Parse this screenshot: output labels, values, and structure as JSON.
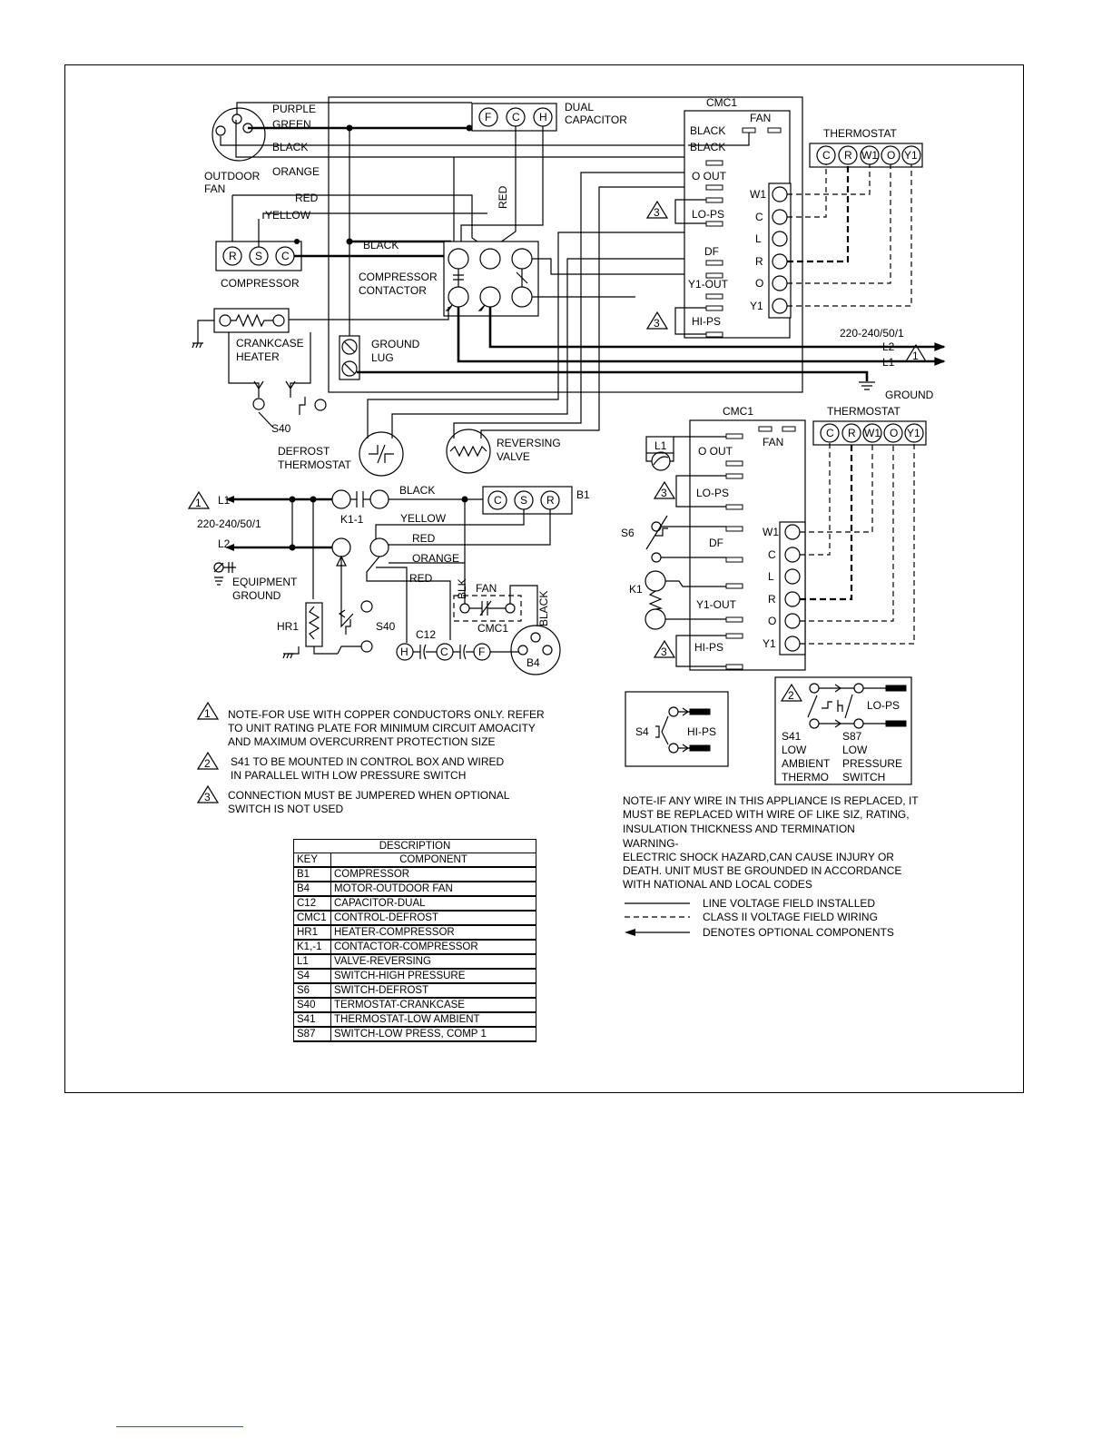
{
  "labels": {
    "purple": "PURPLE",
    "green": "GREEN",
    "black": "BLACK",
    "orange": "ORANGE",
    "red": "RED",
    "yellow": "YELLOW",
    "outdoor_fan": "OUTDOOR",
    "outdoor_fan2": "FAN",
    "dual_capacitor": "DUAL",
    "dual_capacitor2": "CAPACITOR",
    "compressor": "COMPRESSOR",
    "compressor_contactor": "COMPRESSOR",
    "compressor_contactor2": "CONTACTOR",
    "crankcase_heater": "CRANKCASE",
    "crankcase_heater2": "HEATER",
    "ground_lug": "GROUND",
    "ground_lug2": "LUG",
    "defrost_thermostat": "DEFROST",
    "defrost_thermostat2": "THERMOSTAT",
    "reversing_valve": "REVERSING",
    "reversing_valve2": "VALVE",
    "s40": "S40",
    "cmc1": "CMC1",
    "fan": "FAN",
    "o_out": "O OUT",
    "lo_ps": "LO-PS",
    "df": "DF",
    "y1_out": "Y1-OUT",
    "hi_ps": "HI-PS",
    "w1": "W1",
    "c": "C",
    "l": "L",
    "r": "R",
    "o": "O",
    "y1": "Y1",
    "thermostat": "THERMOSTAT",
    "voltage": "220-240/50/1",
    "l1": "L1",
    "l2": "L2",
    "ground": "GROUND",
    "t_c": "C",
    "t_r": "R",
    "t_w1": "W1",
    "t_o": "O",
    "t_y1": "Y1",
    "term_f": "F",
    "term_c": "C",
    "term_h": "H",
    "term_r": "R",
    "term_s": "S",
    "k1_1": "K1-1",
    "b1": "B1",
    "equipment_ground": "EQUIPMENT",
    "equipment_ground2": "GROUND",
    "hr1": "HR1",
    "c12": "C12",
    "b4": "B4",
    "blk": "BLK",
    "s6": "S6",
    "k1": "K1",
    "s4": "S4",
    "s41": "S41",
    "s87": "S87",
    "low": "LOW",
    "ambient": "AMBIENT",
    "thermo": "THERMO",
    "pressure": "PRESSURE",
    "switch": "SWITCH",
    "tri1": "1",
    "tri2": "2",
    "tri3": "3"
  },
  "notes": {
    "note1_line1": "NOTE-FOR USE WITH COPPER CONDUCTORS ONLY. REFER",
    "note1_line2": "TO UNIT RATING PLATE FOR MINIMUM CIRCUIT AMOACITY",
    "note1_line3": "AND MAXIMUM OVERCURRENT PROTECTION SIZE",
    "note2_line1": "S41 TO BE MOUNTED IN CONTROL BOX AND WIRED",
    "note2_line2": "IN PARALLEL WITH LOW PRESSURE SWITCH",
    "note3_line1": "CONNECTION MUST BE JUMPERED WHEN OPTIONAL",
    "note3_line2": "SWITCH IS NOT USED",
    "replace_line1": "NOTE-IF ANY WIRE IN THIS APPLIANCE IS REPLACED, IT",
    "replace_line2": "MUST BE REPLACED WITH WIRE OF LIKE SIZ, RATING,",
    "replace_line3": "INSULATION THICKNESS AND TERMINATION",
    "warning_title": "WARNING-",
    "warning_line1": "ELECTRIC SHOCK HAZARD,CAN CAUSE INJURY OR",
    "warning_line2": "DEATH. UNIT MUST BE GROUNDED IN ACCORDANCE",
    "warning_line3": "WITH NATIONAL AND LOCAL CODES",
    "legend_line": "LINE VOLTAGE FIELD INSTALLED",
    "legend_dashed": "CLASS II VOLTAGE FIELD WIRING",
    "legend_arrow": "DENOTES OPTIONAL COMPONENTS"
  },
  "component_table": {
    "title": "DESCRIPTION",
    "col_key": "KEY",
    "col_component": "COMPONENT",
    "rows": [
      {
        "key": "B1",
        "component": "COMPRESSOR"
      },
      {
        "key": "B4",
        "component": "MOTOR-OUTDOOR FAN"
      },
      {
        "key": "C12",
        "component": "CAPACITOR-DUAL"
      },
      {
        "key": "CMC1",
        "component": "CONTROL-DEFROST"
      },
      {
        "key": "HR1",
        "component": "HEATER-COMPRESSOR"
      },
      {
        "key": "K1,-1",
        "component": "CONTACTOR-COMPRESSOR"
      },
      {
        "key": "L1",
        "component": "VALVE-REVERSING"
      },
      {
        "key": "S4",
        "component": "SWITCH-HIGH PRESSURE"
      },
      {
        "key": "S6",
        "component": "SWITCH-DEFROST"
      },
      {
        "key": "S40",
        "component": "TERMOSTAT-CRANKCASE"
      },
      {
        "key": "S41",
        "component": "THERMOSTAT-LOW AMBIENT"
      },
      {
        "key": "S87",
        "component": "SWITCH-LOW PRESS, COMP 1"
      }
    ]
  }
}
